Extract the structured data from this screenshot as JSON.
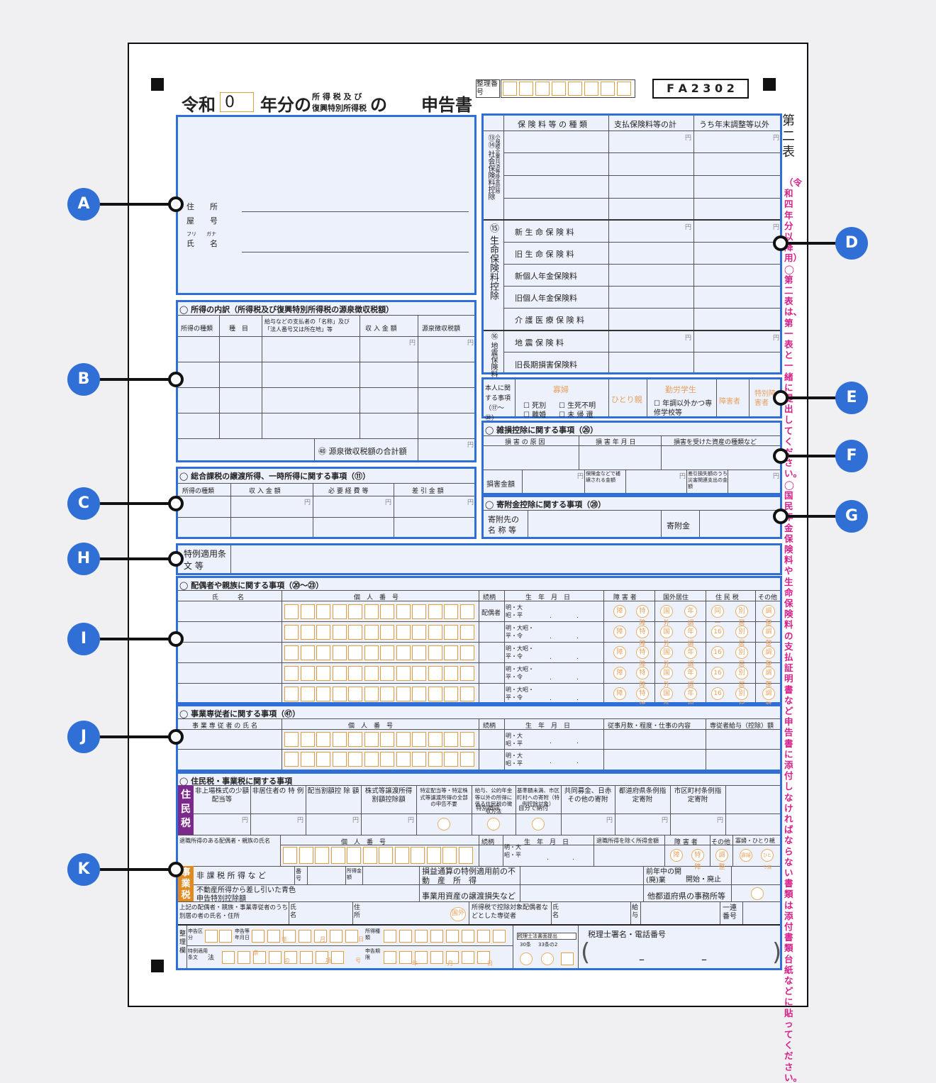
{
  "form": {
    "title_reiwa": "令和",
    "year_value": "0",
    "title_year_suffix": "年分の",
    "title_tax_line1": "所 得 税 及 び",
    "title_tax_line2": "復興特別所得税",
    "title_no": "の",
    "title_main": "申告書",
    "seiri_label": "整理番号",
    "form_code": "F A 2 3 0 2",
    "side_title": "第二表",
    "side_note": "（令和四年分以降用）◯第二表は、第一表と一緒に提出してください。◯国民年金保険料や生命保険料の支払証明書など申告書に添付しなければならない書類は添付書類台紙などに貼ってください。"
  },
  "markers": {
    "A": "A",
    "B": "B",
    "C": "C",
    "D": "D",
    "E": "E",
    "F": "F",
    "G": "G",
    "H": "H",
    "I": "I",
    "J": "J",
    "K": "K"
  },
  "section_a": {
    "address": "住　　所",
    "shop_name": "屋　　号",
    "furigana": "フリ　　ガナ",
    "name": "氏　　名"
  },
  "section_b": {
    "title": "◯ 所得の内訳（所得税及び復興特別所得税の源泉徴収税額）",
    "headers": [
      "所得の種類",
      "種　目",
      "給与などの支払者の「名称」及び「法人番号又は所在地」等",
      "収 入 金 額",
      "源泉徴収税額"
    ],
    "yen": "円",
    "total_label": "㊽ 源泉徴収税額の合計額"
  },
  "section_c": {
    "title": "◯ 総合課税の譲渡所得、一時所得に関する事項（⑪）",
    "headers": [
      "所得の種類",
      "収 入 金 額",
      "必 要 経 費 等",
      "差 引 金 額"
    ],
    "yen": "円"
  },
  "section_d": {
    "headers": [
      "保 険 料 等 の 種 類",
      "支払保険料等の計",
      "うち年末調整等以外"
    ],
    "social_label": "⑬⑭ 社会保険料控除",
    "small_label": "小規模企業共済等掛金控除",
    "life_label": "⑮ 生命保険料控除",
    "life_rows": [
      "新 生 命 保 険 料",
      "旧 生 命 保 険 料",
      "新個人年金保険料",
      "旧個人年金保険料",
      "介 護 医 療 保 険 料"
    ],
    "quake_label": "⑯ 地震保険料控除",
    "quake_rows": [
      "地 震 保 険 料",
      "旧長期損害保険料"
    ],
    "yen": "円"
  },
  "section_e": {
    "label": "本人に関する事項（⑰〜⑳）",
    "widow": "寡婦",
    "single_parent": "ひとり親",
    "working_student": "勤労学生",
    "disabled": "障害者",
    "special_disabled": "特別障害者",
    "checks": [
      "死別",
      "生死不明",
      "離婚",
      "未 帰 還"
    ],
    "student_check": "年調以外かつ専修学校等"
  },
  "section_f": {
    "title": "◯ 雑損控除に関する事項（㉖）",
    "headers": [
      "損 害 の 原 因",
      "損 害 年 月 日",
      "損害を受けた資産の種類など"
    ],
    "damage_amount": "損害金額",
    "insurance": "保険金などで補塡される金額",
    "deduction": "差引損失額のうち災害関連支出の金額",
    "yen": "円"
  },
  "section_g": {
    "title": "◯ 寄附金控除に関する事項（㉘）",
    "donee": "寄附先の名 称 等",
    "amount": "寄附金"
  },
  "section_h": {
    "label": "特例適用条 文 等"
  },
  "section_i": {
    "title": "◯ 配偶者や親族に関する事項（⑳〜㉓）",
    "headers": [
      "氏　　　名",
      "個　人　番　号",
      "続柄",
      "生　年　月　日",
      "障 害 者",
      "国外居住",
      "住 民 税",
      "その他"
    ],
    "spouse": "配偶者",
    "era_first": "明・大昭・平",
    "era_rest": "明・大昭・平・令",
    "stamps": [
      "障",
      "特障",
      "国外",
      "年調",
      "同一",
      "別居",
      "調整",
      "16"
    ]
  },
  "section_j": {
    "title": "◯ 事業専従者に関する事項（㊼）",
    "headers": [
      "事 業 専 従 者 の 氏 名",
      "個　人　番　号",
      "続柄",
      "生　年　月　日",
      "従事月数・程度・仕事の内容",
      "専従者給与（控除）額"
    ],
    "era": "明・大昭・平"
  },
  "section_k": {
    "title": "◯ 住民税・事業税に関する事項",
    "jumin": "住民税",
    "jigyo": "事業税",
    "cols": [
      "非上場株式の少額配当等",
      "非居住者の 特 例",
      "配当割額控 除 額",
      "株式等譲渡所得割額控除額",
      "特定配当等・特定株式等譲渡所得の全部の申告不要",
      "給与、公的年金等以外の所得に係る住民税の徴収方法",
      "基準額未満、市区町村への寄附（特例控除対象）",
      "共同募金、日赤その他の寄附",
      "都道府県条例指定寄附",
      "市区町村条例指定寄附"
    ],
    "special": "特別徴収",
    "self": "自分で納付",
    "retire": "退職所得のある配偶者・親族の氏名",
    "kojin": "個　人　番　号",
    "zokugara": "続柄",
    "birth": "生　年　月　日",
    "retire_other": "退職所得を除く所得金額",
    "shogai": "障 害 者",
    "sonota": "その他",
    "kafu": "寡婦・ひとり親",
    "hikazei": "非 課 税 所 得 な ど",
    "bango": "番号",
    "shotoku_kingaku": "所得金額",
    "sonshitsu": "損益通算の特例適用前の不　動　産　所　得",
    "zennen": "前年中の開(廃)業",
    "kaishi": "開始・廃止",
    "fudosan": "不動産所得から差し引いた青色申告特別控除額",
    "jigyoyo": "事業用資産の譲渡損失など",
    "tadofuken": "他都道府県の事務所等",
    "bekkyo": "上記の配偶者・親族・事業専従者のうち別居の者の氏名・住所",
    "shimei": "氏名",
    "jusho": "住所",
    "kokugai": "国外",
    "taisho": "所得税で控除対象配偶者などとした専従者",
    "kyuyo": "給与",
    "ichiren": "一連番号",
    "seiri": "整理欄",
    "shinkoku_kubun": "申告区分",
    "shinkoku_date": "申告等年月日",
    "shotoku_shurui": "所得種類",
    "tokurei": "特例適用条文",
    "ho": "法",
    "kigen": "申告期限",
    "zeirishi": "税理士署名・電話番号",
    "zeirishi_box": "税理士法書面提出",
    "n30": "30条",
    "n33": "33条の2",
    "year": "年",
    "month": "月",
    "day": "日",
    "jo": "条",
    "no": "の",
    "ko": "項",
    "go": "号"
  }
}
